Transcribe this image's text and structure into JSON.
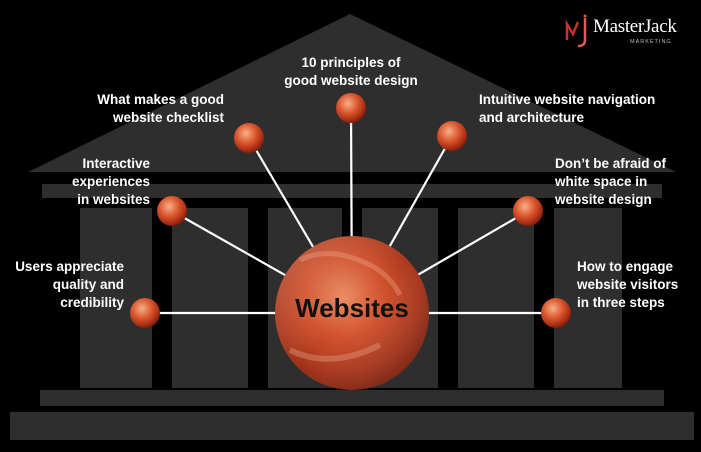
{
  "brand": {
    "name": "MasterJack",
    "tagline": "MARKETING"
  },
  "center": {
    "title": "Websites"
  },
  "topics": [
    {
      "text": "Users appreciate\nquality and\ncredibility"
    },
    {
      "text": "Interactive\nexperiences\nin websites"
    },
    {
      "text": "What makes a good\nwebsite checklist"
    },
    {
      "text": "10 principles of\ngood website design"
    },
    {
      "text": "Intuitive website navigation\nand architecture"
    },
    {
      "text": "Don’t be afraid of\nwhite space in\nwebsite design"
    },
    {
      "text": "How to engage\nwebsite visitors\nin three steps"
    }
  ],
  "colors": {
    "background": "#000000",
    "building": "#2e2e2e",
    "orb_light": "#f4a27a",
    "orb_mid": "#d9532c",
    "orb_dark": "#7a1a0c",
    "label_text": "#ffffff",
    "center_text": "#111111"
  }
}
